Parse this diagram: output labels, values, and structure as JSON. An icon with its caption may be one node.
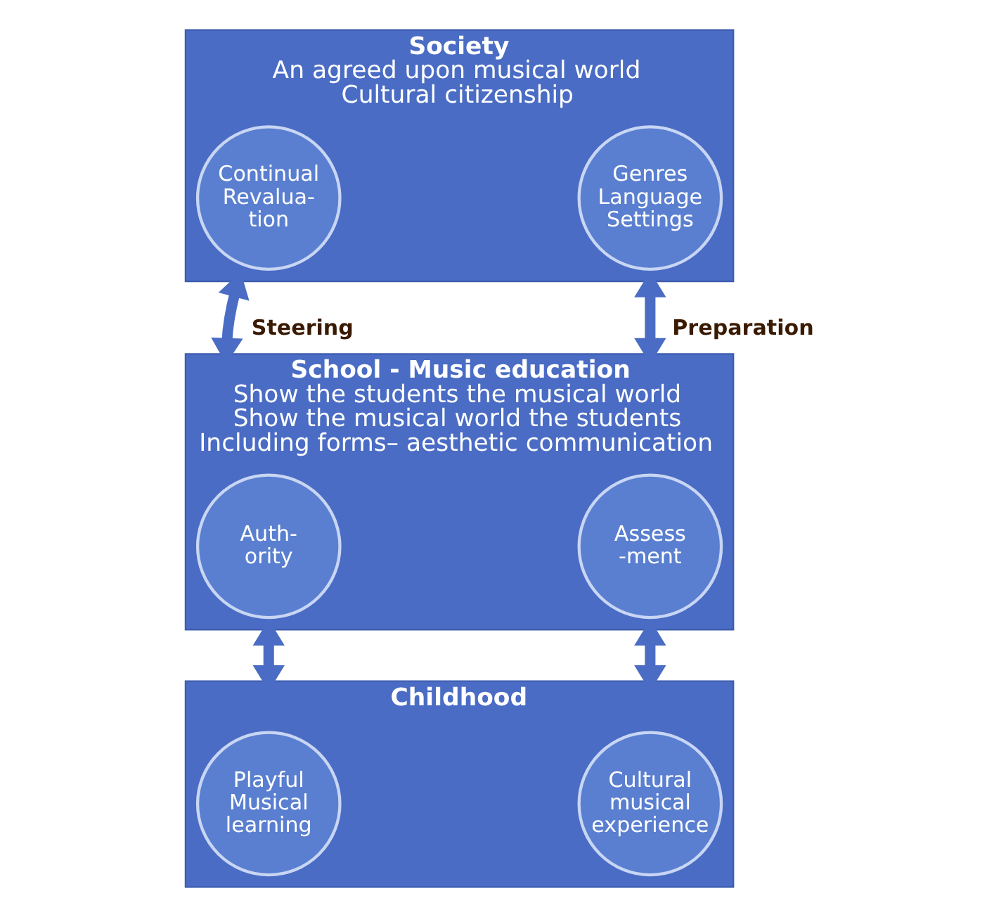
{
  "diagram": {
    "nodes": [
      {
        "text": [
          "Society",
          "An agreed upon musical world",
          "Cultural citizenship"
        ]
      },
      {
        "text": [
          "Continual Revalua- tion"
        ],
        "in": 0
      },
      {
        "text": [
          "Genres Language Settings"
        ],
        "in": 0
      },
      {
        "text": [
          "School - Music education",
          "Show the students the musical world",
          "Show the musical world the students",
          "Including forms– aesthetic communication"
        ]
      },
      {
        "text": [
          "Auth- ority"
        ],
        "in": 3
      },
      {
        "text": [
          "Assess -ment"
        ],
        "in": 3
      },
      {
        "text": [
          "Childhood"
        ]
      },
      {
        "text": [
          "Playful Musical learning"
        ],
        "in": 6
      },
      {
        "text": [
          "Cultural musical experience"
        ],
        "in": 6
      }
    ],
    "edges": [
      {
        "from": 0,
        "to": 3,
        "arrow": "both",
        "label": "Steering"
      },
      {
        "from": 0,
        "to": 3,
        "arrow": "both",
        "label": "Preparation"
      },
      {
        "from": 3,
        "to": 6,
        "arrow": "both"
      },
      {
        "from": 3,
        "to": 6,
        "arrow": "both"
      }
    ]
  }
}
